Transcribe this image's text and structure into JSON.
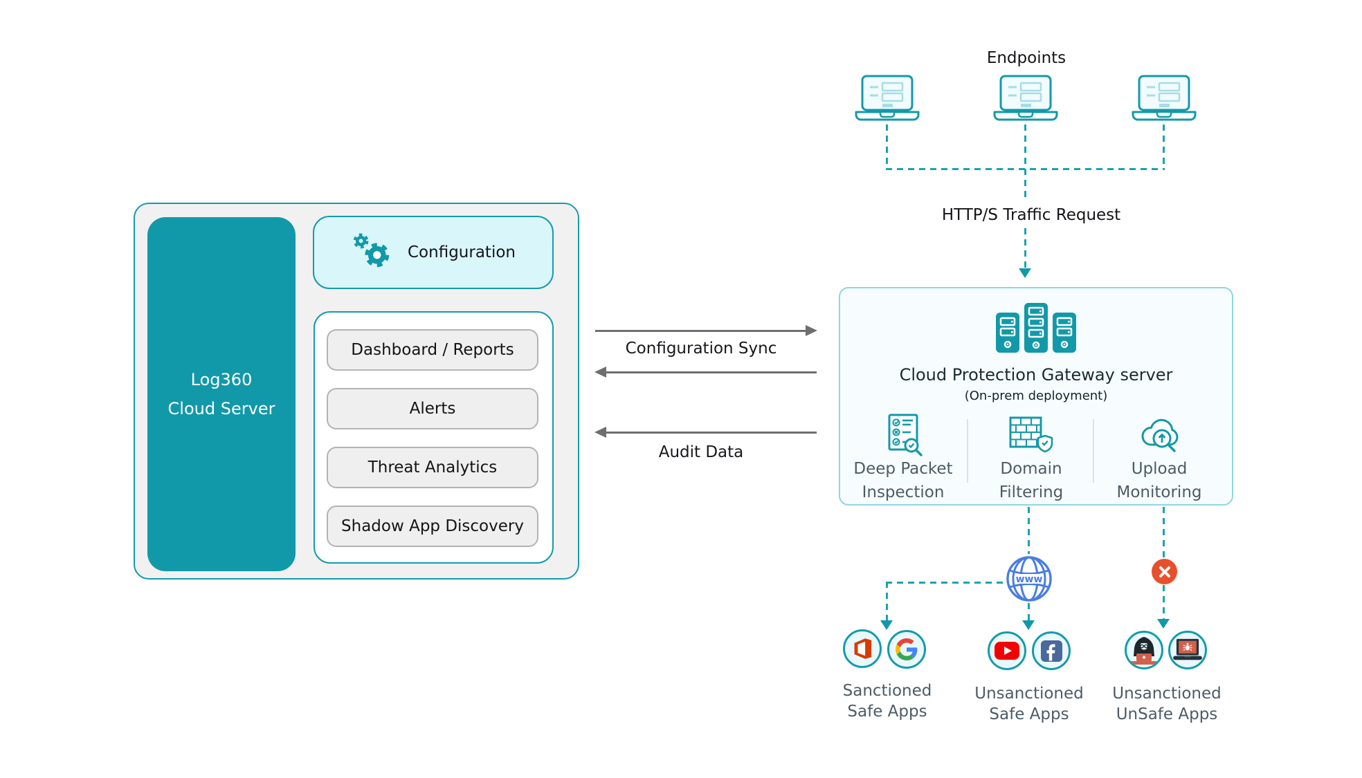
{
  "colors": {
    "teal": "#1299A9",
    "teal_dash": "#17A3B1",
    "config_card_fill": "#D9F6FB",
    "panel_gray": "#F1F1F2",
    "module_btn_fill": "#EFEFEF",
    "module_btn_border": "#B3B3B3",
    "gateway_fill": "#F7FDFE",
    "gateway_border": "#8DD6DE",
    "arrow_gray": "#6E6E6E",
    "slate_text": "#4C5B66",
    "globe_blue": "#4A7DE0",
    "block_red": "#E8502C",
    "office_orange": "#D83B01",
    "youtube_red": "#F40000",
    "facebook_blue": "#4A689B",
    "hacker_dark": "#1D262B",
    "hacker_coral": "#D2604D"
  },
  "left_panel": {
    "server_label_line1": "Log360",
    "server_label_line2": "Cloud Server",
    "configuration_label": "Configuration",
    "modules": [
      "Dashboard / Reports",
      "Alerts",
      "Threat Analytics",
      "Shadow App Discovery"
    ]
  },
  "sync": {
    "config_sync_label": "Configuration Sync",
    "audit_label": "Audit Data"
  },
  "endpoints": {
    "label": "Endpoints",
    "count": 3,
    "traffic_label": "HTTP/S Traffic Request"
  },
  "gateway": {
    "title": "Cloud Protection Gateway server",
    "subtitle": "(On-prem deployment)",
    "features": [
      {
        "icon": "inspection-document-icon",
        "label_line1": "Deep Packet",
        "label_line2": "Inspection"
      },
      {
        "icon": "firewall-icon",
        "label_line1": "Domain",
        "label_line2": "Filtering"
      },
      {
        "icon": "cloud-upload-icon",
        "label_line1": "Upload",
        "label_line2": "Monitoring"
      }
    ]
  },
  "apps": {
    "www_label": "www",
    "groups": [
      {
        "icons": [
          "office-icon",
          "google-icon"
        ],
        "label_line1": "Sanctioned",
        "label_line2": "Safe Apps"
      },
      {
        "icons": [
          "youtube-icon",
          "facebook-icon"
        ],
        "label_line1": "Unsanctioned",
        "label_line2": "Safe Apps"
      },
      {
        "icons": [
          "hacker-icon",
          "malware-laptop-icon"
        ],
        "label_line1": "Unsanctioned",
        "label_line2": "UnSafe Apps"
      }
    ]
  }
}
